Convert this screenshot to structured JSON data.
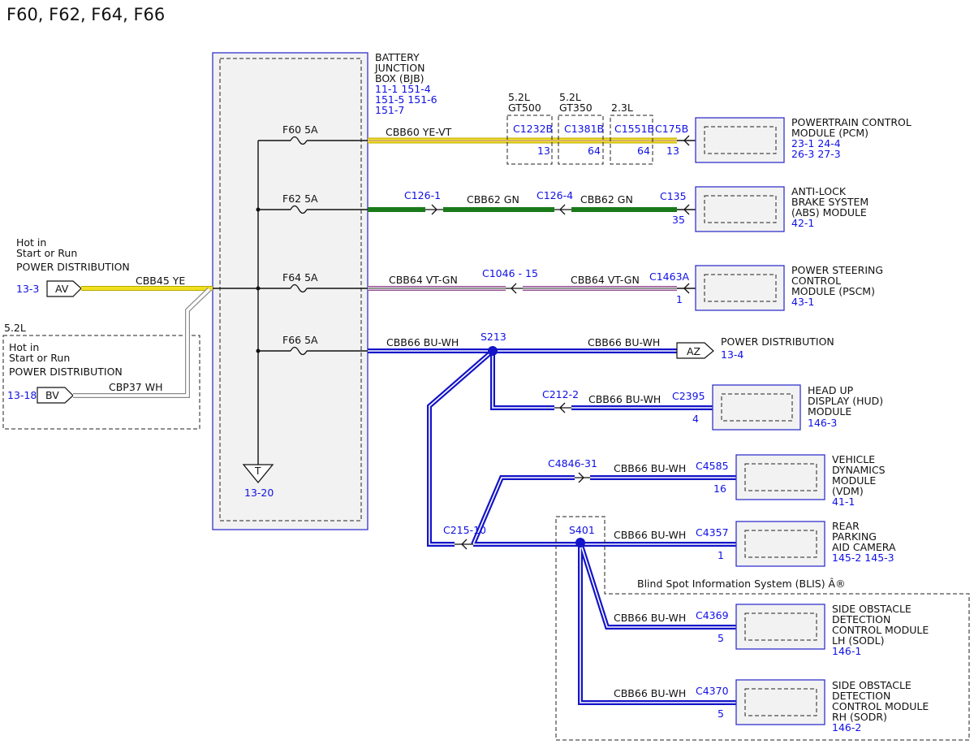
{
  "title": "F60, F62, F64, F66",
  "colors": {
    "wire_yellow": "#f0e020",
    "wire_yellow_edge": "#b8a800",
    "wire_green": "#1a7a1a",
    "wire_pink": "#d8a0d8",
    "wire_pink_edge": "#905090",
    "wire_blue": "#1414c8",
    "box_border": "#3333cc",
    "box_fill": "#f2f2f2",
    "text_blue": "#1010e6"
  },
  "bjb": {
    "name_lines": [
      "BATTERY",
      "JUNCTION",
      "BOX (BJB)"
    ],
    "ref_lines": [
      "11-1  151-4",
      "151-5 151-6",
      "151-7"
    ]
  },
  "fuses": [
    {
      "label": "F60  5A"
    },
    {
      "label": "F62  5A"
    },
    {
      "label": "F64  5A"
    },
    {
      "label": "F66  5A"
    }
  ],
  "ground": {
    "symbol": "T",
    "ref": "13-20"
  },
  "sources": {
    "av": {
      "lines": [
        "Hot in",
        "Start or Run",
        "POWER DISTRIBUTION"
      ],
      "ref": "13-3",
      "connector": "AV",
      "wire": "CBB45  YE"
    },
    "bv": {
      "option": "5.2L",
      "lines": [
        "Hot in",
        "Start or Run",
        "POWER DISTRIBUTION"
      ],
      "ref": "13-18",
      "connector": "BV",
      "wire": "CBP37  WH"
    }
  },
  "circuit_f60": {
    "wire": "CBB60  YE-VT",
    "inline": [
      {
        "option_lines": [
          "5.2L",
          "GT500"
        ],
        "connector": "C1232B",
        "pin": "13"
      },
      {
        "option_lines": [
          "5.2L",
          "GT350"
        ],
        "connector": "C1381B",
        "pin": "64"
      },
      {
        "option_lines": [
          "2.3L"
        ],
        "connector": "C1551B",
        "pin": "64"
      }
    ],
    "end_connector": "C175B",
    "end_pin": "13",
    "module_lines": [
      "POWERTRAIN CONTROL",
      "MODULE (PCM)"
    ],
    "module_refs": [
      "23-1  24-4",
      "26-3  27-3"
    ]
  },
  "circuit_f62": {
    "inline1": "C126-1",
    "wire1": "CBB62   GN",
    "inline2": "C126-4",
    "wire2": "CBB62   GN",
    "end_connector": "C135",
    "end_pin": "35",
    "module_lines": [
      "ANTI-LOCK",
      "BRAKE SYSTEM",
      "(ABS) MODULE"
    ],
    "module_refs": [
      "42-1"
    ]
  },
  "circuit_f64": {
    "wire1": "CBB64   VT-GN",
    "inline": "C1046 - 15",
    "wire2": "CBB64   VT-GN",
    "end_connector": "C1463A",
    "end_pin": "1",
    "module_lines": [
      "POWER STEERING",
      "CONTROL",
      "MODULE (PSCM)"
    ],
    "module_refs": [
      "43-1"
    ]
  },
  "circuit_f66": {
    "wire_main": "CBB66  BU-WH",
    "splice1": "S213",
    "wire_az": "CBB66  BU-WH",
    "az_connector": "AZ",
    "az_label": "POWER DISTRIBUTION",
    "az_ref": "13-4",
    "hud": {
      "inline": "C212-2",
      "wire": "CBB66  BU-WH",
      "connector": "C2395",
      "pin": "4",
      "module_lines": [
        "HEAD UP",
        "DISPLAY (HUD)",
        "MODULE"
      ],
      "refs": "146-3"
    },
    "vdm": {
      "inline": "C4846-31",
      "wire": "CBB66  BU-WH",
      "connector": "C4585",
      "pin": "16",
      "module_lines": [
        "VEHICLE",
        "DYNAMICS",
        "MODULE",
        "(VDM)"
      ],
      "refs": "41-1"
    },
    "c215": "C215-10",
    "splice2": "S401",
    "camera": {
      "wire": "CBB66  BU-WH",
      "connector": "C4357",
      "pin": "1",
      "module_lines": [
        "REAR",
        "PARKING",
        "AID CAMERA"
      ],
      "refs": "145-2 145-3"
    },
    "blis_label": "Blind Spot Information System (BLIS) Â®",
    "sodl": {
      "wire": "CBB66  BU-WH",
      "connector": "C4369",
      "pin": "5",
      "module_lines": [
        "SIDE OBSTACLE",
        "DETECTION",
        "CONTROL MODULE",
        "LH (SODL)"
      ],
      "refs": "146-1"
    },
    "sodr": {
      "wire": "CBB66  BU-WH",
      "connector": "C4370",
      "pin": "5",
      "module_lines": [
        "SIDE OBSTACLE",
        "DETECTION",
        "CONTROL MODULE",
        "RH (SODR)"
      ],
      "refs": "146-2"
    }
  }
}
